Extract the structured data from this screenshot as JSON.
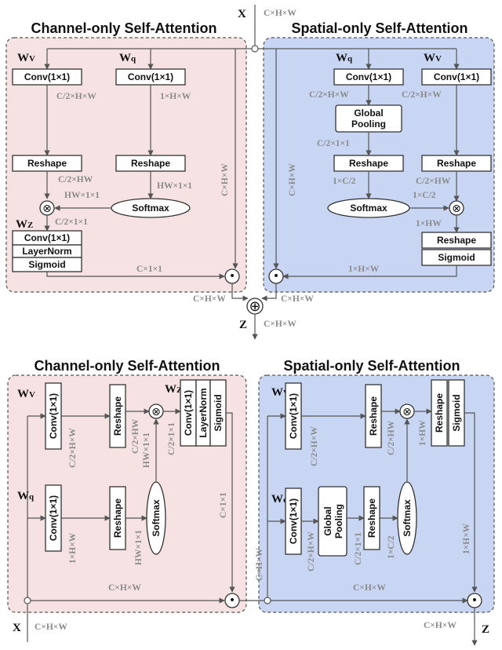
{
  "titles": {
    "channel": "Channel-only Self-Attention",
    "spatial": "Spatial-only Self-Attention"
  },
  "io": {
    "input": "X",
    "output": "Z"
  },
  "weights": {
    "v": "W",
    "v_sub": "V",
    "q": "W",
    "q_sub": "q",
    "z": "W",
    "z_sub": "Z"
  },
  "ops": {
    "conv": "Conv(1×1)",
    "reshape": "Reshape",
    "softmax": "Softmax",
    "layernorm": "LayerNorm",
    "sigmoid": "Sigmoid",
    "global_pooling_1": "Global",
    "global_pooling_2": "Pooling"
  },
  "symbols": {
    "matmul": "⊗",
    "dot": "•",
    "add": "⊕"
  },
  "dims": {
    "chw": "C×H×W",
    "c2hw_full": "C/2×H×W",
    "hw_full": "1×H×W",
    "c2hw": "C/2×HW",
    "hw11": "HW×1×1",
    "c211": "C/2×1×1",
    "c11": "C×1×1",
    "c1_c2": "1×C/2",
    "one_hw": "1×HW",
    "c2hw_sp": "C/2×HW"
  },
  "colors": {
    "channel_panel": "#f6e2e2",
    "spatial_panel": "#c8d6f4",
    "dim_text": "#8a8a8a"
  }
}
